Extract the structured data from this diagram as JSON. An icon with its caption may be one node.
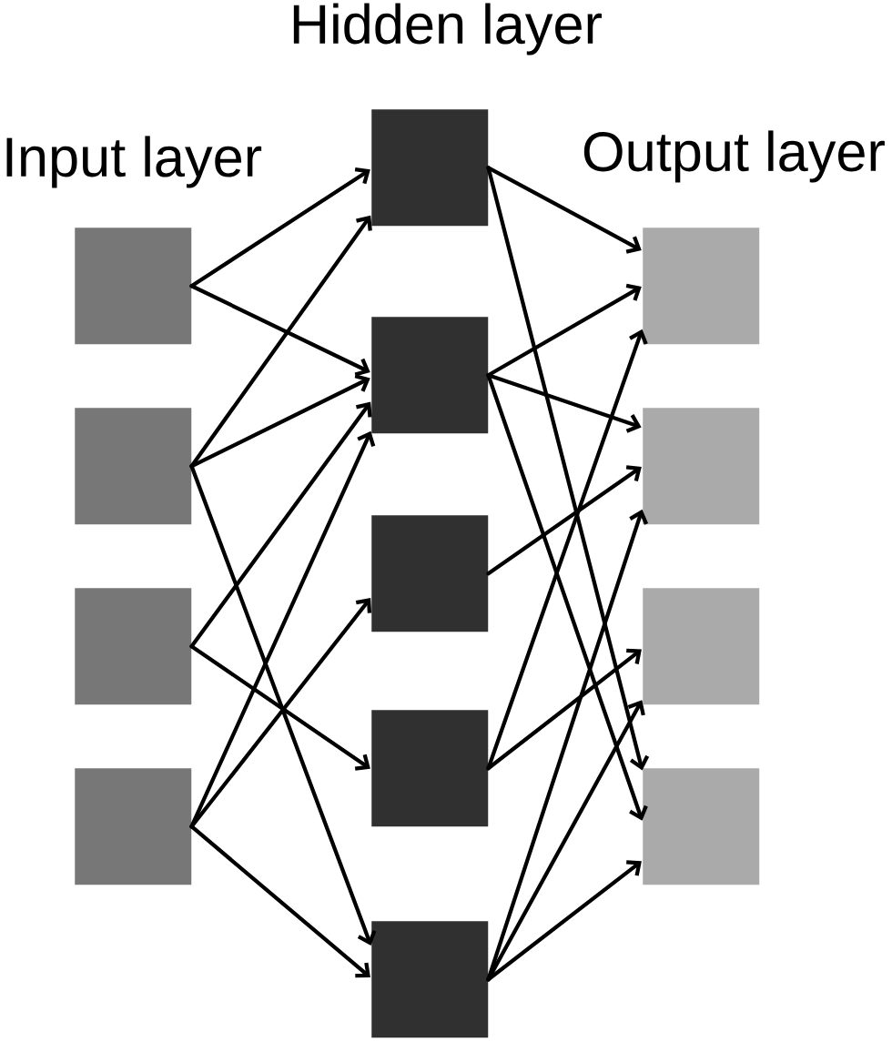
{
  "diagram": {
    "nodes": [
      {
        "text": [],
        "shape": "box"
      },
      {
        "text": [],
        "shape": "box"
      },
      {
        "text": [],
        "shape": "box"
      },
      {
        "text": [],
        "shape": "box"
      },
      {
        "text": [],
        "shape": "box"
      },
      {
        "text": [],
        "shape": "box"
      },
      {
        "text": [],
        "shape": "box"
      },
      {
        "text": [],
        "shape": "box"
      },
      {
        "text": [],
        "shape": "box"
      },
      {
        "text": [],
        "shape": "box"
      },
      {
        "text": [],
        "shape": "box"
      },
      {
        "text": [],
        "shape": "box"
      },
      {
        "text": [],
        "shape": "box"
      }
    ],
    "edges": [
      {
        "from": 0,
        "to": 4,
        "arrow": "to"
      },
      {
        "from": 0,
        "to": 5,
        "arrow": "to"
      },
      {
        "from": 1,
        "to": 4,
        "arrow": "to"
      },
      {
        "from": 1,
        "to": 5,
        "arrow": "to"
      },
      {
        "from": 1,
        "to": 8,
        "arrow": "to"
      },
      {
        "from": 2,
        "to": 5,
        "arrow": "to"
      },
      {
        "from": 2,
        "to": 7,
        "arrow": "to"
      },
      {
        "from": 3,
        "to": 5,
        "arrow": "to"
      },
      {
        "from": 3,
        "to": 6,
        "arrow": "to"
      },
      {
        "from": 3,
        "to": 8,
        "arrow": "to"
      },
      {
        "from": 4,
        "to": 9,
        "arrow": "to"
      },
      {
        "from": 4,
        "to": 12,
        "arrow": "to"
      },
      {
        "from": 5,
        "to": 9,
        "arrow": "to"
      },
      {
        "from": 5,
        "to": 10,
        "arrow": "to"
      },
      {
        "from": 5,
        "to": 12,
        "arrow": "to"
      },
      {
        "from": 6,
        "to": 10,
        "arrow": "to"
      },
      {
        "from": 7,
        "to": 9,
        "arrow": "to"
      },
      {
        "from": 7,
        "to": 11,
        "arrow": "to"
      },
      {
        "from": 8,
        "to": 10,
        "arrow": "to"
      },
      {
        "from": 8,
        "to": 11,
        "arrow": "to"
      },
      {
        "from": 8,
        "to": 12,
        "arrow": "to"
      }
    ],
    "labels": [
      "Hidden layer",
      "Input layer",
      "Output layer"
    ]
  }
}
